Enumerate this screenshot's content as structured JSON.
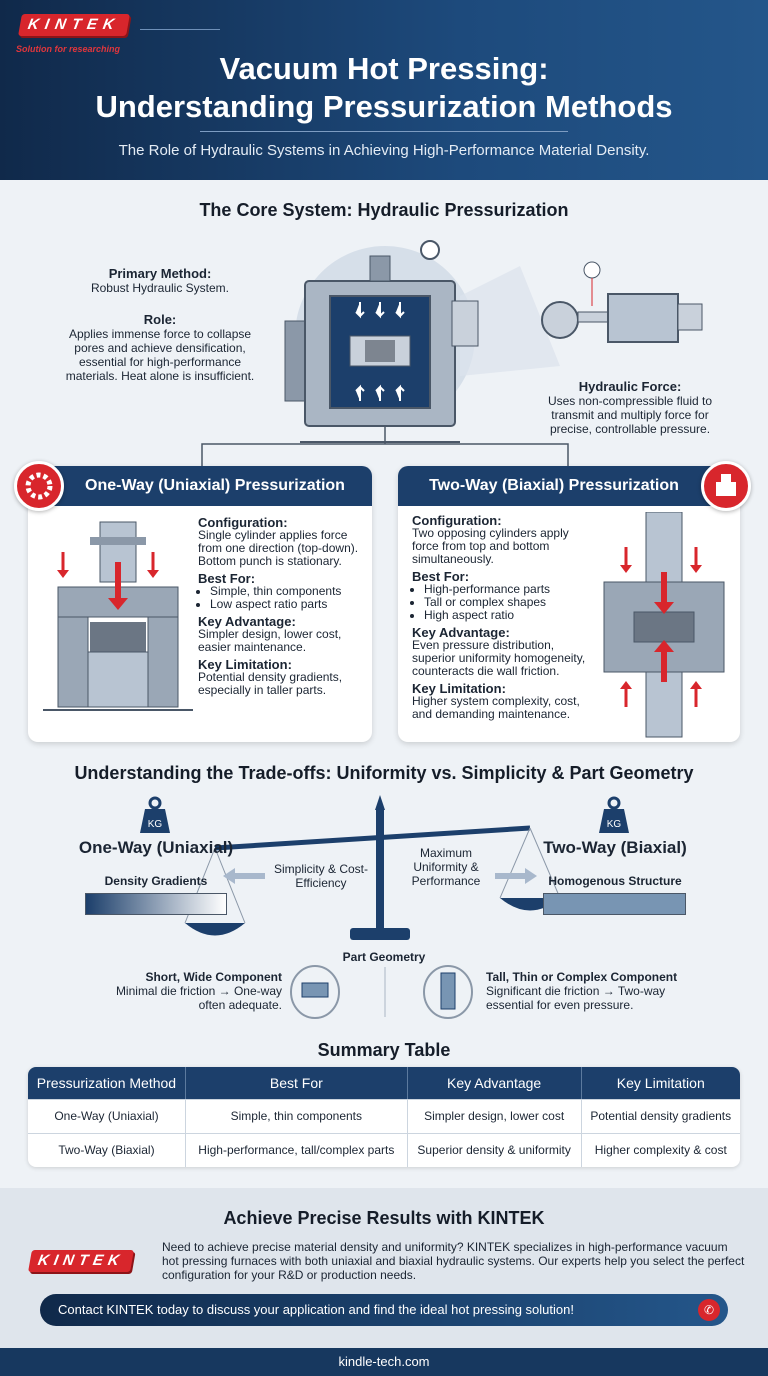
{
  "brand": {
    "logo_text": "KINTEK",
    "tagline": "Solution for researching",
    "red": "#d8262c",
    "navy": "#1c3f6b"
  },
  "header": {
    "title_line1": "Vacuum Hot Pressing:",
    "title_line2": "Understanding Pressurization Methods",
    "subtitle": "The Role of Hydraulic Systems in Achieving High-Performance Material Density."
  },
  "core": {
    "title": "The Core System: Hydraulic Pressurization",
    "primary_label": "Primary Method:",
    "primary_text": "Robust Hydraulic System.",
    "role_label": "Role:",
    "role_text": "Applies immense force to collapse pores and achieve densification, essential for high-performance materials. Heat alone is insufficient.",
    "force_label": "Hydraulic Force:",
    "force_text": "Uses non-compressible fluid to transmit and multiply force for precise, controllable pressure."
  },
  "one_way": {
    "title": "One-Way (Uniaxial) Pressurization",
    "icon": "gear-icon",
    "config_label": "Configuration:",
    "config_text": "Single cylinder applies force from one direction (top-down). Bottom punch is stationary.",
    "best_label": "Best For:",
    "best_items": [
      "Simple, thin components",
      "Low aspect ratio parts"
    ],
    "adv_label": "Key Advantage:",
    "adv_text": "Simpler design, lower cost, easier maintenance.",
    "lim_label": "Key Limitation:",
    "lim_text": "Potential density gradients, especially in taller parts."
  },
  "two_way": {
    "title": "Two-Way (Biaxial) Pressurization",
    "icon": "press-machine-icon",
    "config_label": "Configuration:",
    "config_text": "Two opposing cylinders apply force from top and bottom simultaneously.",
    "best_label": "Best For:",
    "best_items": [
      "High-performance parts",
      "Tall or complex shapes",
      "High aspect ratio"
    ],
    "adv_label": "Key Advantage:",
    "adv_text": "Even pressure distribution, superior uniformity homogeneity, counteracts die wall friction.",
    "lim_label": "Key Limitation:",
    "lim_text": "Higher system complexity, cost, and demanding maintenance."
  },
  "tradeoffs": {
    "title": "Understanding the Trade-offs: Uniformity vs. Simplicity & Part Geometry",
    "weight_label": "KG",
    "left_title": "One-Way (Uniaxial)",
    "left_sub": "Density Gradients",
    "right_title": "Two-Way (Biaxial)",
    "right_sub": "Homogenous Structure",
    "pan_left": "Simplicity & Cost-Efficiency",
    "pan_right": "Maximum Uniformity & Performance",
    "geometry_title": "Part Geometry",
    "short_title": "Short, Wide Component",
    "short_text": "Minimal die friction → One-way often adequate.",
    "tall_title": "Tall, Thin or Complex Component",
    "tall_text": "Significant die friction → Two-way essential for even pressure."
  },
  "summary": {
    "title": "Summary Table",
    "headers": [
      "Pressurization Method",
      "Best For",
      "Key Advantage",
      "Key Limitation"
    ],
    "rows": [
      [
        "One-Way (Uniaxial)",
        "Simple, thin components",
        "Simpler design, lower cost",
        "Potential density gradients"
      ],
      [
        "Two-Way (Biaxial)",
        "High-performance, tall/complex parts",
        "Superior density & uniformity",
        "Higher complexity & cost"
      ]
    ]
  },
  "cta": {
    "title": "Achieve Precise Results with KINTEK",
    "text": "Need to achieve precise material density and uniformity? KINTEK specializes in high-performance vacuum hot pressing furnaces with both uniaxial and biaxial hydraulic systems. Our experts help you select the perfect configuration for your R&D or production needs.",
    "button": "Contact KINTEK today to discuss your application and find the ideal hot pressing solution!"
  },
  "footer": {
    "url": "kindle-tech.com"
  }
}
